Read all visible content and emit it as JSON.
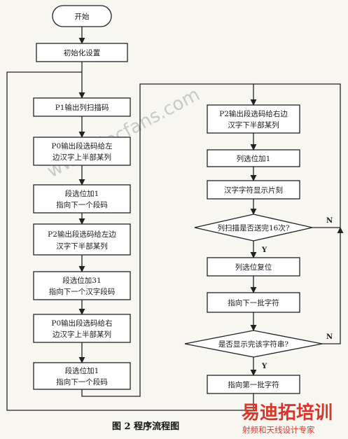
{
  "nodes": {
    "start": "开始",
    "init": "初始化设置",
    "l1": "P1输出列扫描码",
    "l2a": "P0输出段选码给左",
    "l2b": "边汉字上半部某列",
    "l3a": "段选位加1",
    "l3b": "指向下一个段码",
    "l4a": "P2输出段选码给左边",
    "l4b": "汉字下半部某列",
    "l5a": "段选位加31",
    "l5b": "指向下一个汉字段码",
    "l6a": "P0输出段选码给右",
    "l6b": "边汉字上半部某列",
    "l7a": "段选位加1",
    "l7b": "指向下一个段码",
    "r1a": "P2输出段选码给右边",
    "r1b": "汉字下半部某列",
    "r2": "列选位加1",
    "r3": "汉字字符显示片刻",
    "d1": "列扫描是否送完16次?",
    "r4": "列选位复位",
    "r5": "指向下一批字符",
    "d2": "是否显示完该字符串?",
    "r6": "指向第一批字符"
  },
  "labels": {
    "n1": "N",
    "y1": "Y",
    "n2": "N",
    "y2": "Y"
  },
  "caption": "图 2   程序流程图",
  "watermark": "www.elecfans.com",
  "logo": {
    "main": "易迪拓培训",
    "sub": "射频和天线设计专家"
  },
  "colors": {
    "background": "#f7f6f1",
    "ink": "#222222",
    "logo": "#d6372c",
    "watermark": "#c9c9c9"
  }
}
